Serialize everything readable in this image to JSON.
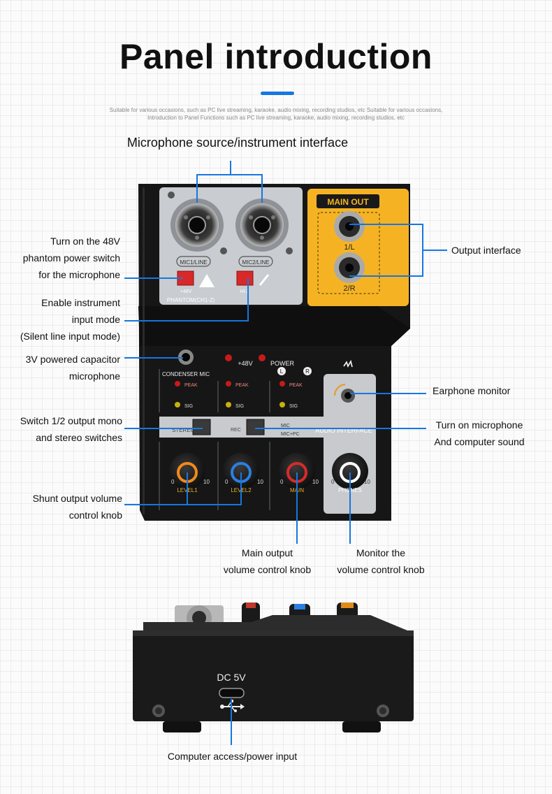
{
  "page": {
    "title": "Panel introduction",
    "subtitle_line1": "Suitable for various occasions, such as PC live streaming, karaoke, audio mixing, recording studios, etc Suitable for various occasions,",
    "subtitle_line2": "Introduction to Panel Functions such as PC live streaming, karaoke, audio mixing, recording studios, etc",
    "accent_color": "#1677e0"
  },
  "callouts": {
    "mic_source": "Microphone source/instrument interface",
    "phantom": [
      "Turn on the 48V",
      "phantom power switch",
      "for the microphone"
    ],
    "instrument": [
      "Enable instrument",
      "input mode",
      "(Silent line input mode)"
    ],
    "condenser": [
      "3V powered capacitor",
      "microphone"
    ],
    "switch_mono": [
      "Switch 1/2 output mono",
      "and stereo switches"
    ],
    "shunt": [
      "Shunt output volume",
      "control knob"
    ],
    "output_interface": "Output interface",
    "earphone": "Earphone monitor",
    "mic_pc": [
      "Turn on microphone",
      "And computer sound"
    ],
    "main_output": [
      "Main output",
      "volume control knob"
    ],
    "monitor": [
      "Monitor the",
      "volume control knob"
    ],
    "computer_access": "Computer access/power input"
  },
  "device_top": {
    "mic1_label": "MIC1/LINE",
    "mic2_label": "MIC2/LINE",
    "plus48v": "+48V",
    "hiz": "HI-Z",
    "phantom_label": "PHANTOM(CH1-2)",
    "main_out": "MAIN OUT",
    "out_l": "1/L",
    "out_r": "2/R",
    "condenser_mic": "CONDENSER MIC",
    "led_48v": "+48V",
    "power": "POWER",
    "power_l": "L",
    "power_r": "R",
    "peak": "PEAK",
    "sig": "SIG",
    "stereo": "STEREO",
    "rec": "REC",
    "mic": "MIC",
    "mic_pc": "MIC+PC",
    "audio_interface": "AUDIO INTERFACE",
    "knobs": [
      {
        "label": "LEVEL1",
        "min": "0",
        "max": "10",
        "color": "#f08a1c"
      },
      {
        "label": "LEVEL2",
        "min": "0",
        "max": "10",
        "color": "#2b7fe0"
      },
      {
        "label": "MAIN",
        "min": "0",
        "max": "10",
        "color": "#d62b2b"
      },
      {
        "label": "PHONES",
        "min": "0",
        "max": "10",
        "color": "#ffffff"
      }
    ]
  },
  "device_back": {
    "dc_label": "DC 5V",
    "usb_symbol": "usb-icon"
  }
}
